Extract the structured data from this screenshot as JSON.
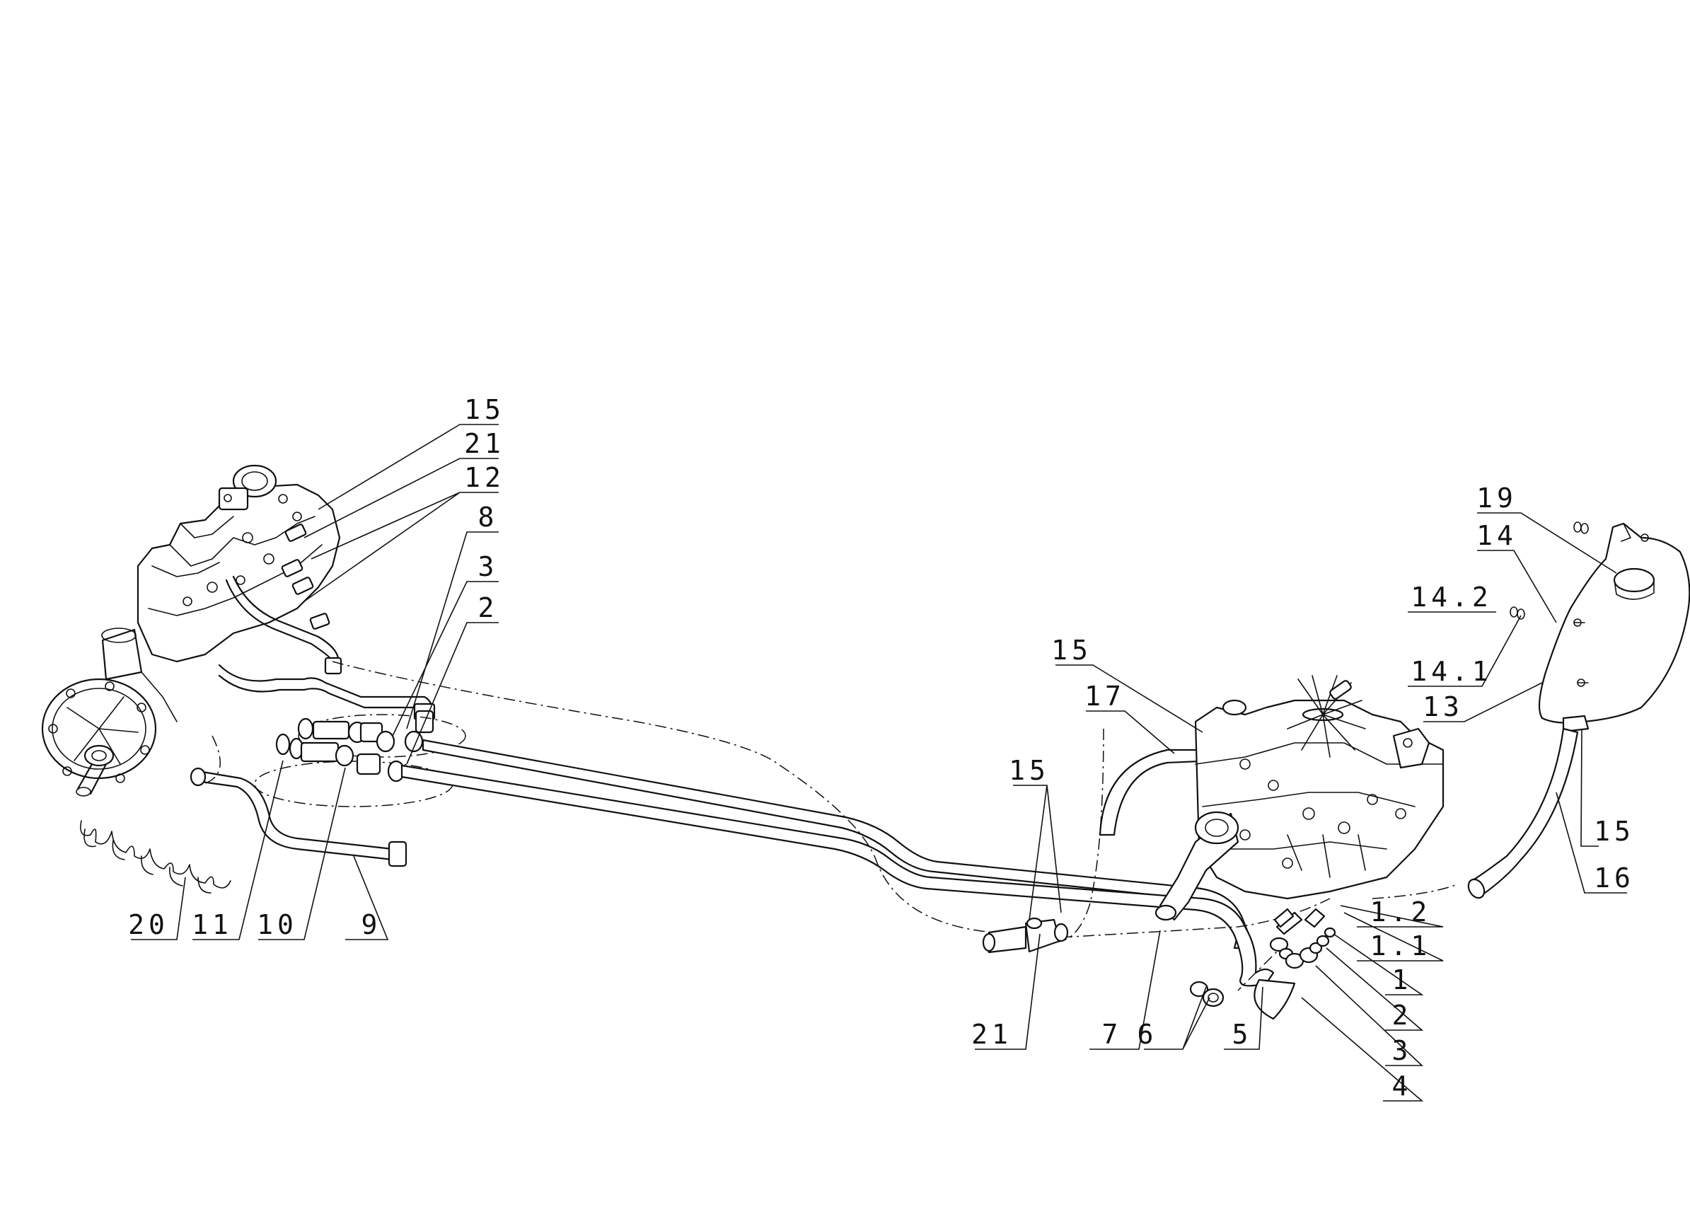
{
  "labels": {
    "l15a": "15",
    "l21a": "21",
    "l12": "12",
    "l8": "8",
    "l3a": "3",
    "l2a": "2",
    "l20": "20",
    "l11": "11",
    "l10": "10",
    "l9": "9",
    "l15b": "15",
    "l17": "17",
    "l15c": "15",
    "l21b": "21",
    "l7": "7",
    "l6": "6",
    "l5": "5",
    "l4": "4",
    "l3b": "3",
    "l2b": "2",
    "l1": "1",
    "l11x": "1.1",
    "l12x": "1.2",
    "l19": "19",
    "l14": "14",
    "l142": "14.2",
    "l141": "14.1",
    "l13": "13",
    "l15d": "15",
    "l16": "16"
  }
}
